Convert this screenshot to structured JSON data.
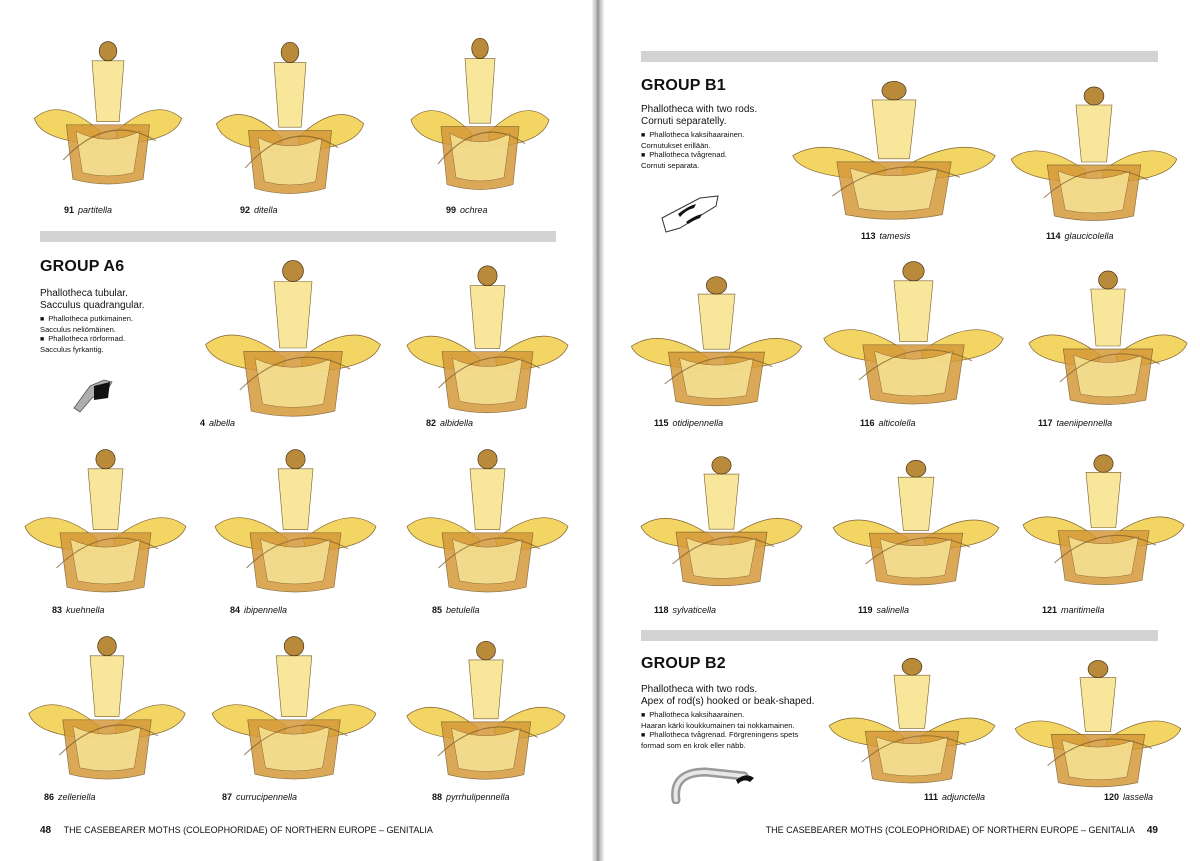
{
  "left_page": {
    "page_number": "48",
    "footer_title": "THE CASEBEARER MOTHS (COLEOPHORIDAE) OF NORTHERN EUROPE – GENITALIA",
    "top_specimens": [
      {
        "number": "91",
        "name": "partitella"
      },
      {
        "number": "92",
        "name": "ditella"
      },
      {
        "number": "99",
        "name": "ochrea"
      }
    ],
    "group": {
      "title": "GROUP A6",
      "description": [
        "Phallotheca tubular.",
        "Sacculus quadrangular."
      ],
      "translations": [
        "Phallotheca putkimainen.",
        "Sacculus neliömäinen.",
        "Phallotheca rörformad.",
        "Sacculus fyrkantig."
      ],
      "icon": "phallotheca-tubular-icon"
    },
    "specimens": [
      {
        "number": "4",
        "name": "albella"
      },
      {
        "number": "82",
        "name": "albidella"
      },
      {
        "number": "83",
        "name": "kuehnella"
      },
      {
        "number": "84",
        "name": "ibipennella"
      },
      {
        "number": "85",
        "name": "betulella"
      },
      {
        "number": "86",
        "name": "zelleriella"
      },
      {
        "number": "87",
        "name": "currucipennella"
      },
      {
        "number": "88",
        "name": "pyrrhulipennella"
      }
    ]
  },
  "right_page": {
    "page_number": "49",
    "footer_title": "THE CASEBEARER MOTHS (COLEOPHORIDAE) OF NORTHERN EUROPE – GENITALIA",
    "group_b1": {
      "title": "GROUP B1",
      "description": [
        "Phallotheca with two rods.",
        "Cornuti separatelly."
      ],
      "translations": [
        "Phallotheca kaksihaarainen.",
        "Cornutukset erillään.",
        "Phallotheca tvågrenad.",
        "Cornuti separata."
      ],
      "icon": "two-rods-icon",
      "specimens": [
        {
          "number": "113",
          "name": "tamesis"
        },
        {
          "number": "114",
          "name": "glaucicolella"
        },
        {
          "number": "115",
          "name": "otidipennella"
        },
        {
          "number": "116",
          "name": "alticolella"
        },
        {
          "number": "117",
          "name": "taeniipennella"
        },
        {
          "number": "118",
          "name": "sylvaticella"
        },
        {
          "number": "119",
          "name": "salinella"
        },
        {
          "number": "121",
          "name": "maritimella"
        }
      ]
    },
    "group_b2": {
      "title": "GROUP B2",
      "description": [
        "Phallotheca with two rods.",
        "Apex of rod(s) hooked or beak-shaped."
      ],
      "translations": [
        "Phallotheca kaksihaarainen.",
        "Haaran kärki koukkumainen tai nokkamainen.",
        "Phallotheca tvågrenad. Förgreningens spets",
        "formad som en krok eller näbb."
      ],
      "icon": "hooked-rods-icon",
      "specimens": [
        {
          "number": "111",
          "name": "adjunctella"
        },
        {
          "number": "120",
          "name": "lassella"
        }
      ]
    }
  },
  "colors": {
    "specimen_fill": "#f2d35a",
    "specimen_light": "#f8e79a",
    "specimen_dark": "#d59a3a",
    "specimen_outline": "#7a5a2a",
    "bar": "#d3d3d3"
  }
}
